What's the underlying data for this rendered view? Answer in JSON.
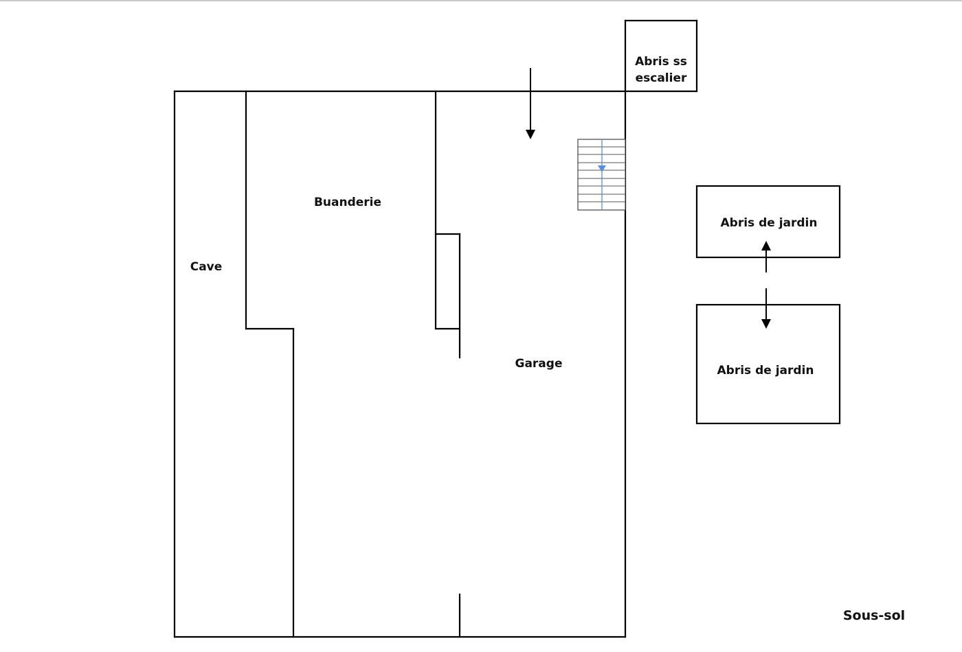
{
  "plan": {
    "rooms": {
      "cave": "Cave",
      "buanderie": "Buanderie",
      "garage": "Garage",
      "abris_escalier_line1": "Abris ss",
      "abris_escalier_line2": "escalier",
      "abris_jardin_1": "Abris de jardin",
      "abris_jardin_2": "Abris de jardin"
    },
    "level": "Sous-sol",
    "colors": {
      "walls": "#000000",
      "stair_direction": "#5b8de0"
    }
  }
}
